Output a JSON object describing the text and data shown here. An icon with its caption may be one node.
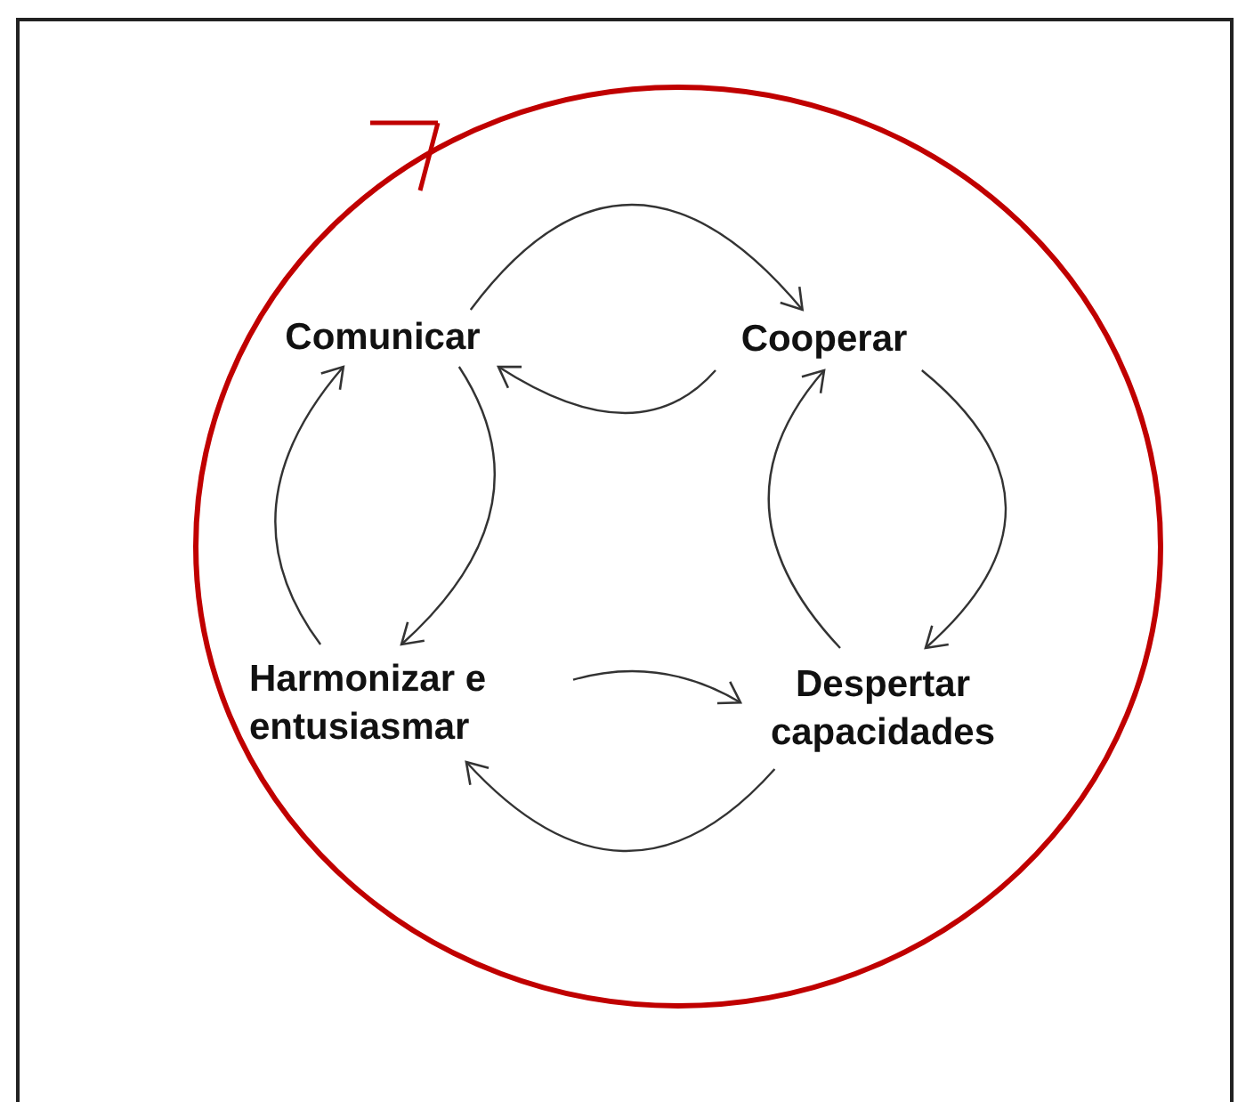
{
  "diagram": {
    "nodes": [
      {
        "text": [],
        "shape": "circle"
      },
      {
        "text": [
          "Comunicar"
        ],
        "in": 0
      },
      {
        "text": [
          "Cooperar"
        ],
        "in": 0
      },
      {
        "text": [
          "Harmonizar e entusiasmar"
        ],
        "in": 0
      },
      {
        "text": [
          "Despertar capacidades"
        ],
        "in": 0
      }
    ],
    "edges": [
      {
        "from": 1,
        "to": 2,
        "arrow": "to"
      },
      {
        "from": 2,
        "to": 1,
        "arrow": "to"
      },
      {
        "from": 2,
        "to": 4,
        "arrow": "to"
      },
      {
        "from": 4,
        "to": 2,
        "arrow": "to"
      },
      {
        "from": 1,
        "to": 3,
        "arrow": "to"
      },
      {
        "from": 3,
        "to": 1,
        "arrow": "to"
      },
      {
        "from": 3,
        "to": 4,
        "arrow": "to"
      },
      {
        "from": 4,
        "to": 3,
        "arrow": "to"
      }
    ]
  }
}
